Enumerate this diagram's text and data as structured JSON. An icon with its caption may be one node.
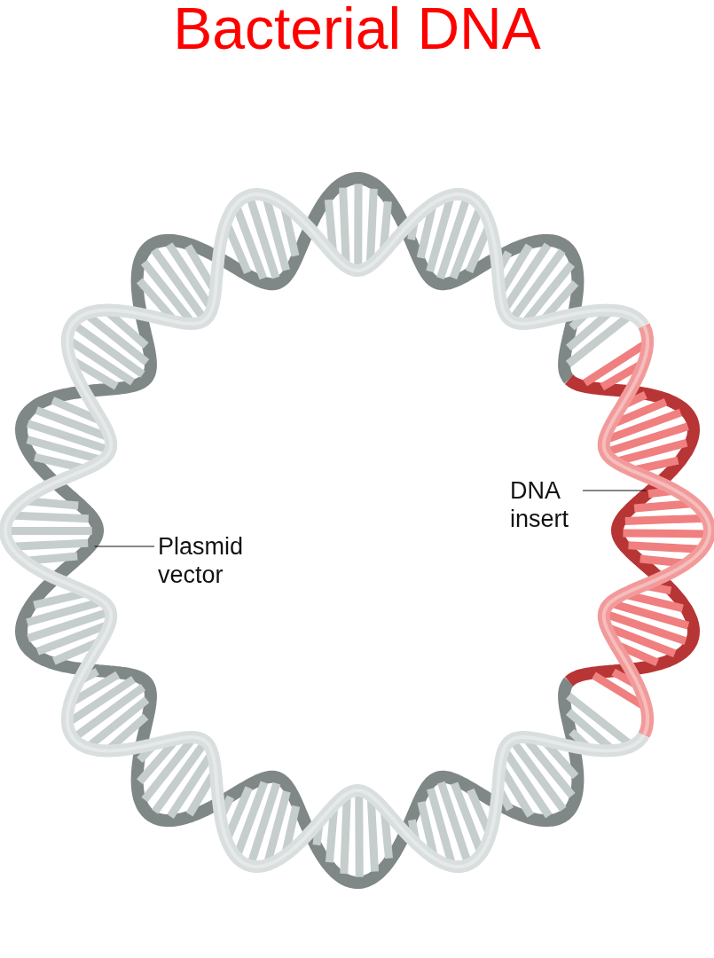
{
  "diagram": {
    "title": "Bacterial DNA",
    "nodes": [
      {
        "text": [
          "DNA insert"
        ],
        "in": 3
      },
      {
        "text": [],
        "shape": "picture"
      },
      {
        "text": [
          "Plasmid vector"
        ],
        "in": 3
      },
      {
        "text": [],
        "shape": "picture"
      }
    ],
    "edges": [
      {
        "from": 0,
        "to": 1,
        "arrow": "none"
      },
      {
        "from": 2,
        "to": 3,
        "arrow": "none"
      }
    ]
  }
}
